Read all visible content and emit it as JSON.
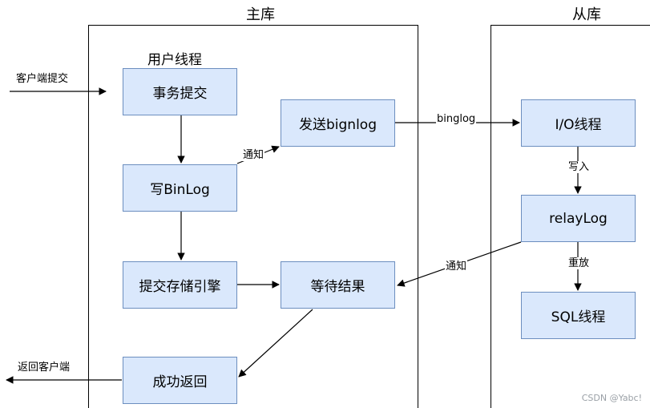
{
  "regions": {
    "main": {
      "title": "主库",
      "group_label": "用户线程"
    },
    "replica": {
      "title": "从库"
    }
  },
  "nodes": {
    "commit_txn": "事务提交",
    "write_binlog": "写BinLog",
    "send_binlog": "发送bignlog",
    "commit_engine": "提交存储引擎",
    "wait_result": "等待结果",
    "success_return": "成功返回",
    "io_thread": "I/O线程",
    "relay_log": "relayLog",
    "sql_thread": "SQL线程"
  },
  "edges": {
    "client_commit": "客户端提交",
    "notify_send": "通知",
    "binlog_transfer": "binglog",
    "write_in": "写入",
    "replay": "重放",
    "notify_wait": "通知",
    "return_client": "返回客户端"
  },
  "watermark": "CSDN @Yabc!"
}
